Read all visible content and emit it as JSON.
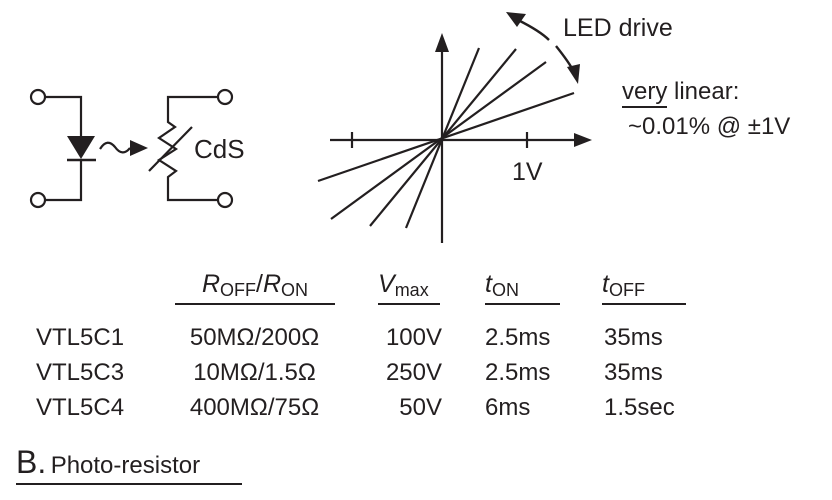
{
  "circuit": {
    "component_label": "CdS",
    "elements": [
      "LED",
      "light-coupling-arrow",
      "photoresistor"
    ]
  },
  "graph": {
    "led_drive_label": "LED drive",
    "x_tick_label": "1V",
    "line_count": 4,
    "note_emphasis": "very",
    "note_rest": " linear:",
    "note_detail": "~0.01% @ ±1V"
  },
  "table": {
    "headers": [
      {
        "main": "R",
        "sub": "OFF",
        "sep": "/",
        "main2": "R",
        "sub2": "ON"
      },
      {
        "main": "V",
        "sub": "max"
      },
      {
        "main": "t",
        "sub": "ON"
      },
      {
        "main": "t",
        "sub": "OFF"
      }
    ],
    "rows": [
      {
        "part": "VTL5C1",
        "ratio": "50MΩ/200Ω",
        "vmax": "100V",
        "ton": "2.5ms",
        "toff": "35ms"
      },
      {
        "part": "VTL5C3",
        "ratio": "10MΩ/1.5Ω",
        "vmax": "250V",
        "ton": "2.5ms",
        "toff": "35ms"
      },
      {
        "part": "VTL5C4",
        "ratio": "400MΩ/75Ω",
        "vmax": "50V",
        "ton": "6ms",
        "toff": "1.5sec"
      }
    ]
  },
  "caption": {
    "letter": "B.",
    "title": "Photo-resistor"
  },
  "colors": {
    "ink": "#231f20",
    "background": "#ffffff"
  }
}
